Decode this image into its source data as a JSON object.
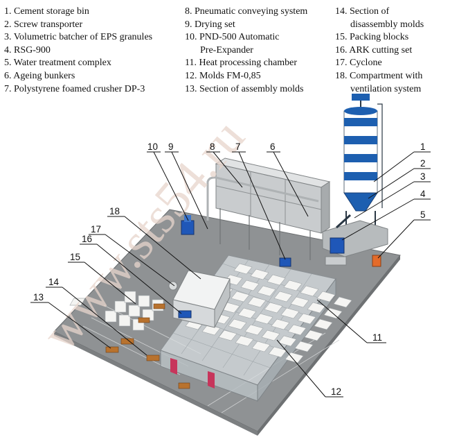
{
  "legend": {
    "col1": [
      "1. Cement storage bin",
      "2. Screw transporter",
      "3. Volumetric batcher of EPS granules",
      "4. RSG-900",
      "5. Water treatment complex",
      "6. Ageing bunkers",
      "7. Polystyrene foamed crusher DP-3"
    ],
    "col2": [
      "8. Pneumatic conveying system",
      "9. Drying set",
      "10. PND-500 Automatic",
      "Pre-Expander",
      "11. Heat processing chamber",
      "12. Molds FM-0,85",
      "13. Section of assembly molds"
    ],
    "col3": [
      "14. Section of",
      "disassembly molds",
      "15. Packing blocks",
      "16. ARK cutting set",
      "17. Cyclone",
      "18. Compartment with",
      "ventilation system"
    ]
  },
  "callouts": [
    "1",
    "2",
    "3",
    "4",
    "5",
    "6",
    "7",
    "8",
    "9",
    "10",
    "11",
    "12",
    "13",
    "14",
    "15",
    "16",
    "17",
    "18"
  ],
  "watermark": "www.sts54.ru",
  "colors": {
    "floor": "#8f9294",
    "floor_dark": "#6e7173",
    "silo_blue": "#1d5fb0",
    "blue_machine": "#1f57b8",
    "wood": "#b8722e",
    "chamber_glass": "#d8dde0",
    "red_panel": "#c7355b"
  }
}
